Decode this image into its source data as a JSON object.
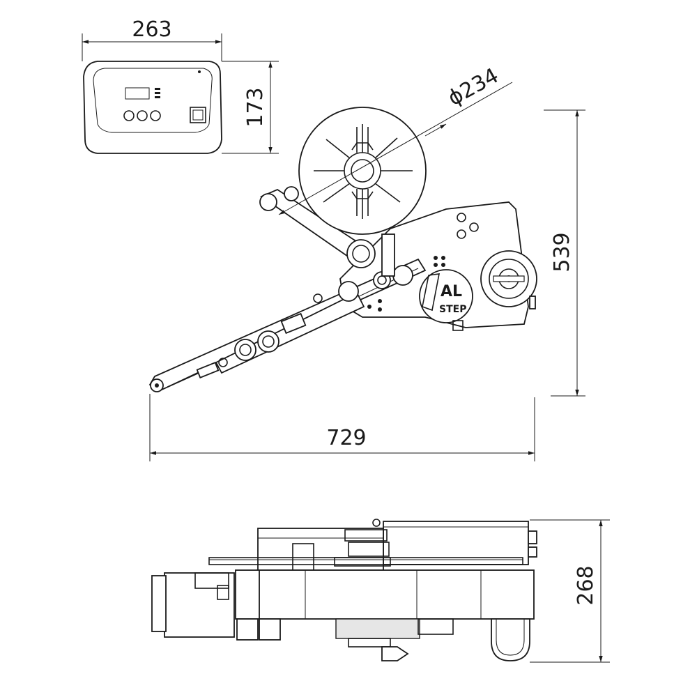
{
  "dimensions": {
    "panel_width": "263",
    "panel_height": "173",
    "roll_diameter": "ϕ234",
    "machine_height": "539",
    "machine_length": "729",
    "base_height": "268"
  },
  "logo": {
    "line1": "AL",
    "line2": "STEP"
  }
}
